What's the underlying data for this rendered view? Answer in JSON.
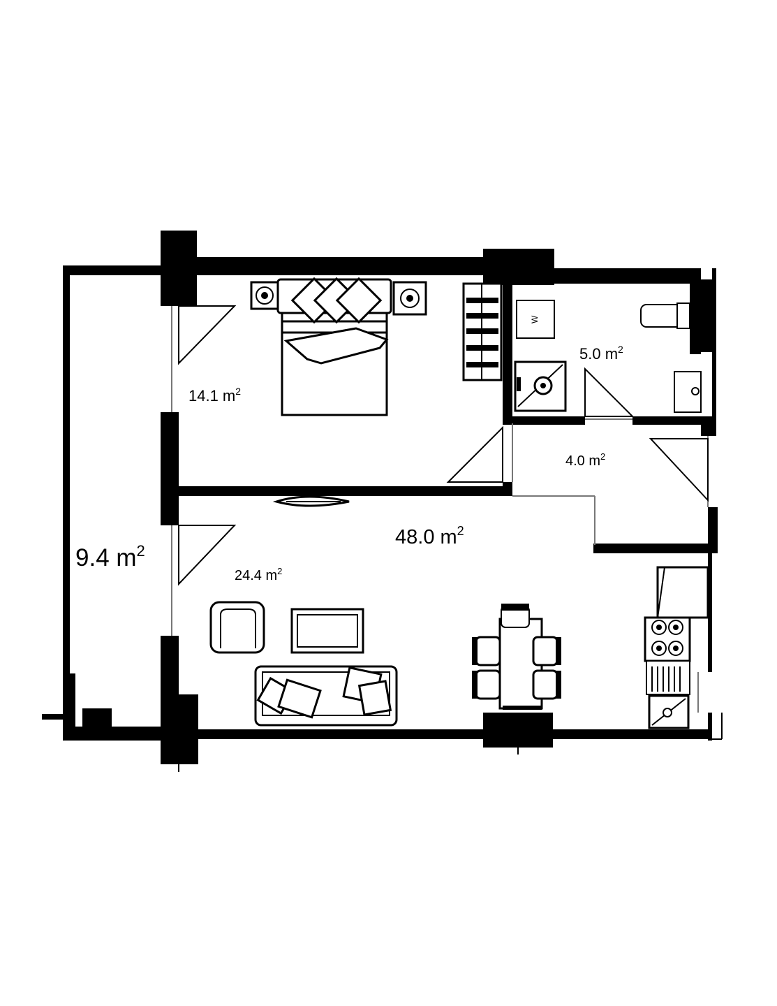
{
  "rooms": {
    "bedroom": {
      "area": "14.1 m",
      "sup": "2"
    },
    "bathroom": {
      "area": "5.0 m",
      "sup": "2"
    },
    "hall": {
      "area": "4.0 m",
      "sup": "2"
    },
    "total": {
      "area": "48.0 m",
      "sup": "2"
    },
    "living": {
      "area": "24.4 m",
      "sup": "2"
    },
    "balcony": {
      "area": "9.4 m",
      "sup": "2"
    }
  },
  "fixtures": {
    "washer_label": "W"
  }
}
